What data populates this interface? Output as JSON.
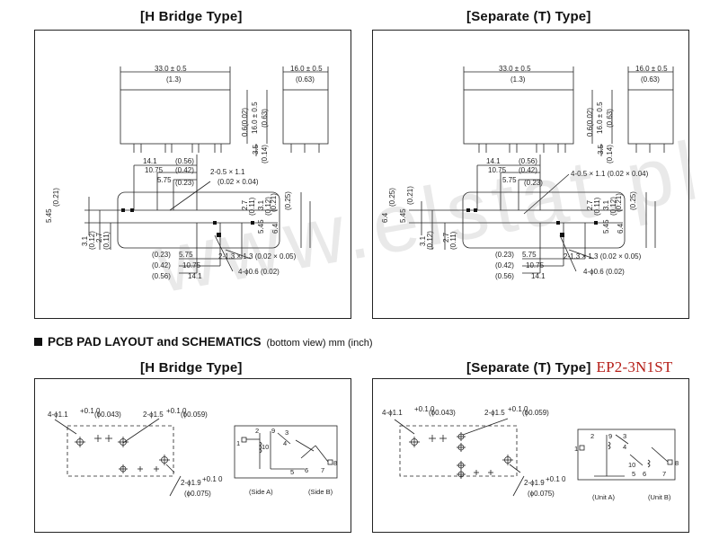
{
  "top": {
    "left_title": "[H Bridge Type]",
    "right_title": "[Separate (T) Type]"
  },
  "dims": {
    "len": "33.0 ± 0.5",
    "len_in": "(1.3)",
    "wid": "16.0 ± 0.5",
    "wid_in": "(0.63)",
    "h_a": "0.6(0.02)",
    "h_b": "16.0 ± 0.5",
    "h_b_in": "(0.63)",
    "pin_len": "3.5",
    "pin_len_in": "(0.14)",
    "d141": "14.1",
    "d141_in": "(0.56)",
    "d1075": "10.75",
    "d1075_in": "(0.42)",
    "d575": "5.75",
    "d575_in": "(0.23)",
    "slot_h": "2-0.5 × 1.1",
    "slot_h_in": "(0.02 × 0.04)",
    "slot_t": "4-0.5 × 1.1 (0.02 × 0.04)",
    "d545": "5.45",
    "d545_in": "(0.21)",
    "d64": "6.4",
    "d64_in": "(0.25)",
    "d31": "3.1",
    "d31_in": "(0.12)",
    "d27": "2.7",
    "d27_in": "(0.11)",
    "d27b": "2.7",
    "d27b_in": "(0.11)",
    "d31b": "3.1",
    "d31b_in": "(0.12)",
    "d545b": "5.45",
    "d545b_in": "(0.21)",
    "d64b": "6.4",
    "d64b_in": "(0.25)",
    "slot2": "2-1.3 × 1.3 (0.02 × 0.05)",
    "hole4": "4-ϕ0.6 (0.02)",
    "b023": "(0.23)",
    "b575": "5.75",
    "b042": "(0.42)",
    "b1075": "10.75",
    "b056": "(0.56)",
    "b141": "14.1"
  },
  "watermark": "www.elstat.pl",
  "pcb": {
    "bullet_label": "PCB PAD LAYOUT and SCHEMATICS",
    "sub_label": "(bottom view) mm (inch)",
    "left_title": "[H Bridge Type]",
    "right_title": "[Separate (T) Type]",
    "part_number": "EP2-3N1ST",
    "hole_a": "4-ϕ1.1",
    "hole_a_tol": "+0.1 0",
    "hole_a_in": "(ϕ0.043)",
    "hole_b": "2-ϕ1.5",
    "hole_b_tol": "+0.1 0",
    "hole_b_in": "(ϕ0.059)",
    "hole_c": "2-ϕ1.9",
    "hole_c_tol": "+0.1 0",
    "hole_c_in": "(ϕ0.075)",
    "side_a": "(Side A)",
    "side_b": "(Side B)",
    "unit_a": "(Unit A)",
    "unit_b": "(Unit B)",
    "pins": [
      "1",
      "2",
      "3",
      "4",
      "5",
      "6",
      "7",
      "8",
      "9",
      "10"
    ]
  }
}
